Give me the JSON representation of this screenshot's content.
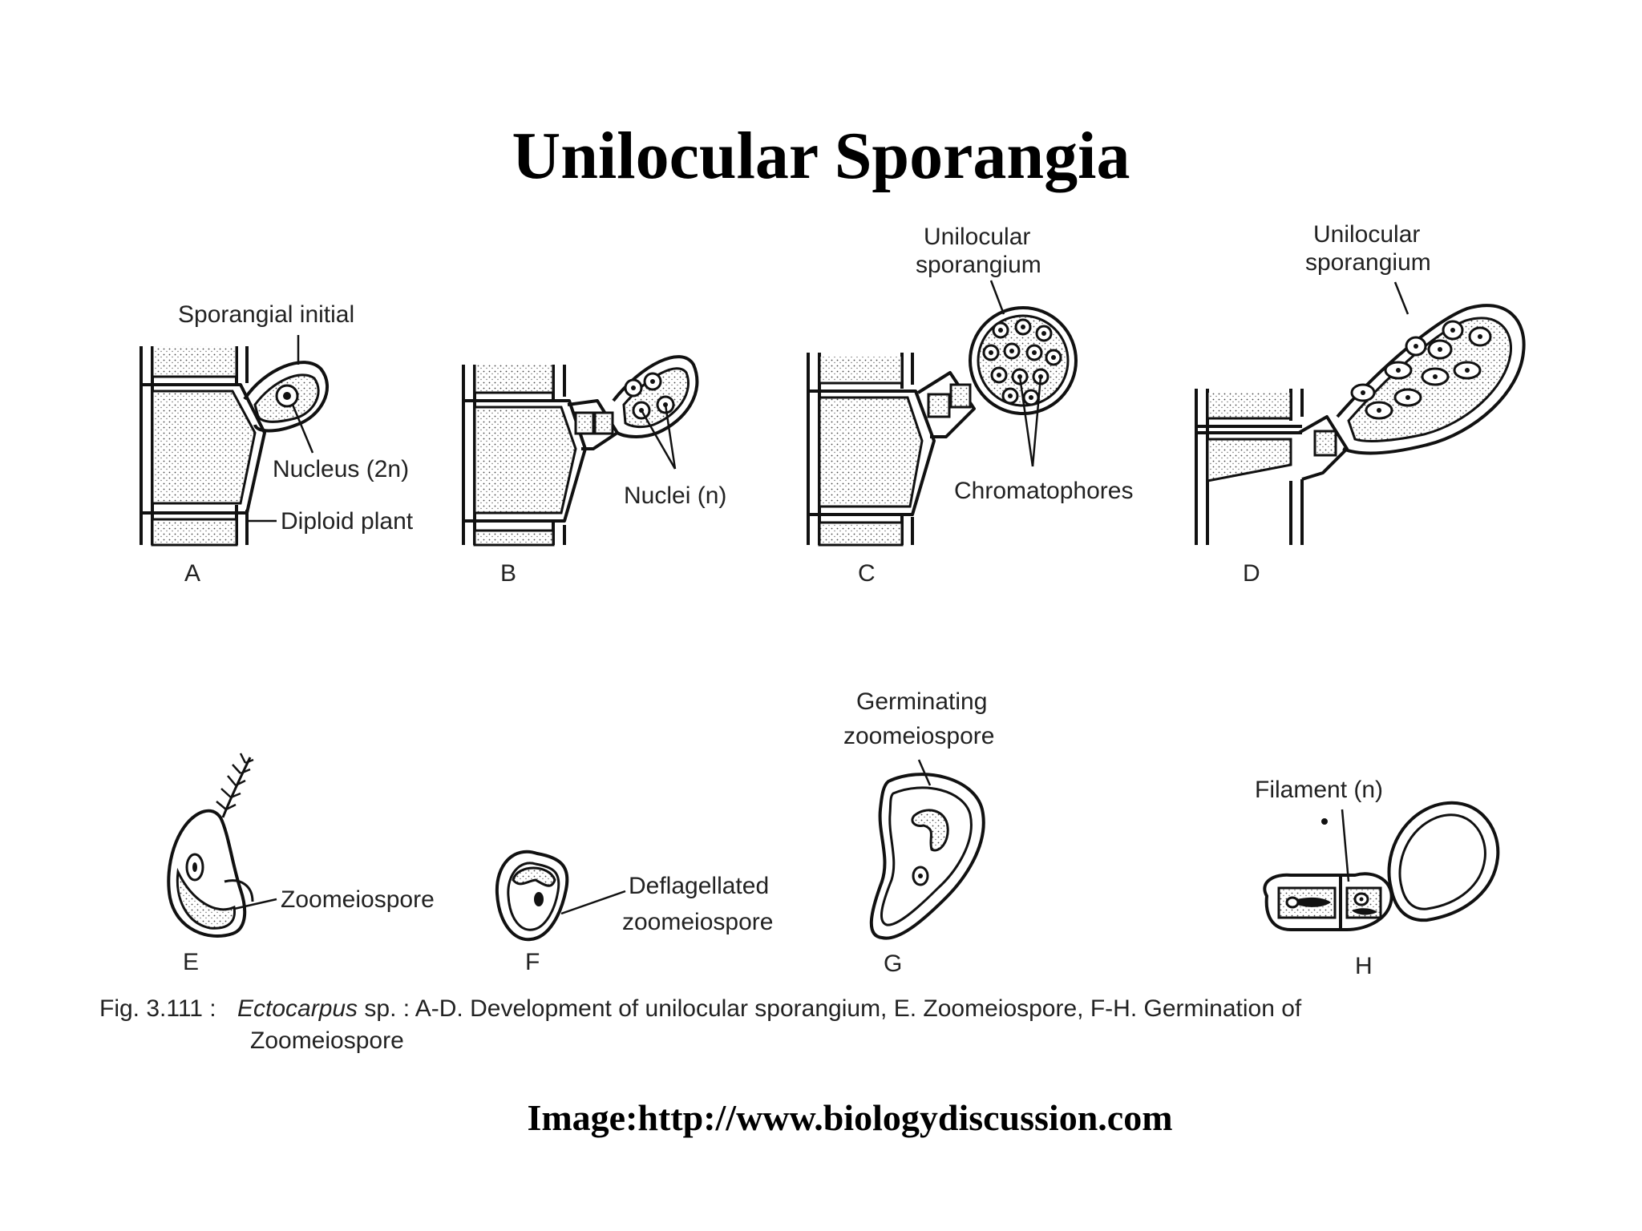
{
  "title": "Unilocular Sporangia",
  "panels": {
    "A": {
      "letter": "A",
      "labels": [
        "Sporangial initial",
        "Nucleus (2n)",
        "Diploid plant"
      ]
    },
    "B": {
      "letter": "B",
      "labels": [
        "Nuclei (n)"
      ]
    },
    "C": {
      "letter": "C",
      "labels": [
        "Unilocular",
        "sporangium",
        "Chromatophores"
      ]
    },
    "D": {
      "letter": "D",
      "labels": [
        "Unilocular",
        "sporangium"
      ]
    },
    "E": {
      "letter": "E",
      "labels": [
        "Zoomeiospore"
      ]
    },
    "F": {
      "letter": "F",
      "labels": [
        "Deflagellated",
        "zoomeiospore"
      ]
    },
    "G": {
      "letter": "G",
      "labels": [
        "Germinating",
        "zoomeiospore"
      ]
    },
    "H": {
      "letter": "H",
      "labels": [
        "Filament (n)"
      ]
    }
  },
  "caption": {
    "fig": "Fig. 3.111 :",
    "genus": "Ectocarpus",
    "sp": " sp.",
    "text": " : A-D. Development of unilocular sporangium, E. Zoomeiospore, F-H. Germination of",
    "line2": "Zoomeiospore"
  },
  "credit": "Image:http://www.biologydiscussion.com",
  "colors": {
    "ink": "#111111",
    "background": "#ffffff"
  }
}
